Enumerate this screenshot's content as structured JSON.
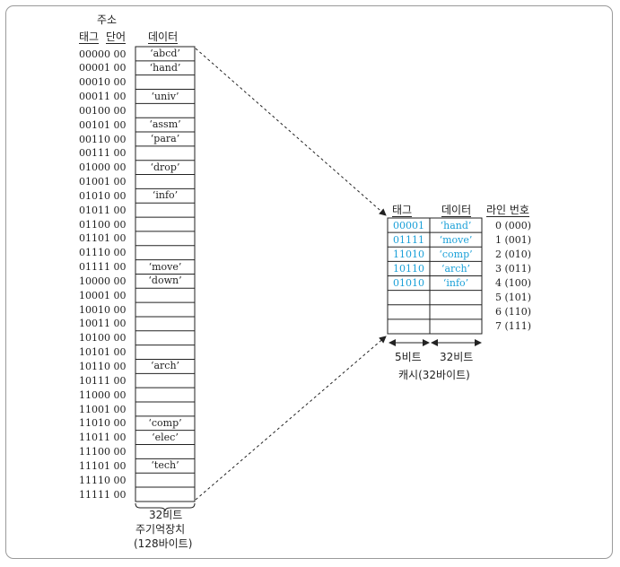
{
  "memory": {
    "header_address": "주소",
    "header_tag": "태그",
    "header_word": "단어",
    "header_data": "데이터",
    "rows": [
      {
        "addr": "00000 00",
        "data": "‘abcd’"
      },
      {
        "addr": "00001 00",
        "data": "‘hand’"
      },
      {
        "addr": "00010 00",
        "data": ""
      },
      {
        "addr": "00011 00",
        "data": "‘univ’"
      },
      {
        "addr": "00100 00",
        "data": ""
      },
      {
        "addr": "00101 00",
        "data": "‘assm’"
      },
      {
        "addr": "00110 00",
        "data": "‘para’"
      },
      {
        "addr": "00111 00",
        "data": ""
      },
      {
        "addr": "01000 00",
        "data": "‘drop’"
      },
      {
        "addr": "01001 00",
        "data": ""
      },
      {
        "addr": "01010 00",
        "data": "‘info’"
      },
      {
        "addr": "01011 00",
        "data": ""
      },
      {
        "addr": "01100 00",
        "data": ""
      },
      {
        "addr": "01101 00",
        "data": ""
      },
      {
        "addr": "01110 00",
        "data": ""
      },
      {
        "addr": "01111 00",
        "data": "‘move’"
      },
      {
        "addr": "10000 00",
        "data": "‘down’"
      },
      {
        "addr": "10001 00",
        "data": ""
      },
      {
        "addr": "10010 00",
        "data": ""
      },
      {
        "addr": "10011 00",
        "data": ""
      },
      {
        "addr": "10100 00",
        "data": ""
      },
      {
        "addr": "10101 00",
        "data": ""
      },
      {
        "addr": "10110 00",
        "data": "‘arch’"
      },
      {
        "addr": "10111 00",
        "data": ""
      },
      {
        "addr": "11000 00",
        "data": ""
      },
      {
        "addr": "11001 00",
        "data": ""
      },
      {
        "addr": "11010 00",
        "data": "‘comp’"
      },
      {
        "addr": "11011 00",
        "data": "‘elec’"
      },
      {
        "addr": "11100 00",
        "data": ""
      },
      {
        "addr": "11101 00",
        "data": "‘tech’"
      },
      {
        "addr": "11110 00",
        "data": ""
      },
      {
        "addr": "11111 00",
        "data": ""
      }
    ],
    "width_label": "32비트",
    "caption_line1": "주기억장치",
    "caption_line2": "(128바이트)"
  },
  "cache": {
    "header_tag": "태그",
    "header_data": "데이터",
    "header_line": "라인 번호",
    "rows": [
      {
        "tag": "00001",
        "data": "‘hand’",
        "line": "0 (000)"
      },
      {
        "tag": "01111",
        "data": "‘move’",
        "line": "1 (001)"
      },
      {
        "tag": "11010",
        "data": "‘comp’",
        "line": "2 (010)"
      },
      {
        "tag": "10110",
        "data": "‘arch’",
        "line": "3 (011)"
      },
      {
        "tag": "01010",
        "data": "‘info’",
        "line": "4 (100)"
      },
      {
        "tag": "",
        "data": "",
        "line": "5 (101)"
      },
      {
        "tag": "",
        "data": "",
        "line": "6 (110)"
      },
      {
        "tag": "",
        "data": "",
        "line": "7 (111)"
      }
    ],
    "tag_width_label": "5비트",
    "data_width_label": "32비트",
    "caption": "캐시(32바이트)"
  },
  "colors": {
    "cache_value": "#1aa0d8",
    "frame": "#9a9a9a"
  }
}
